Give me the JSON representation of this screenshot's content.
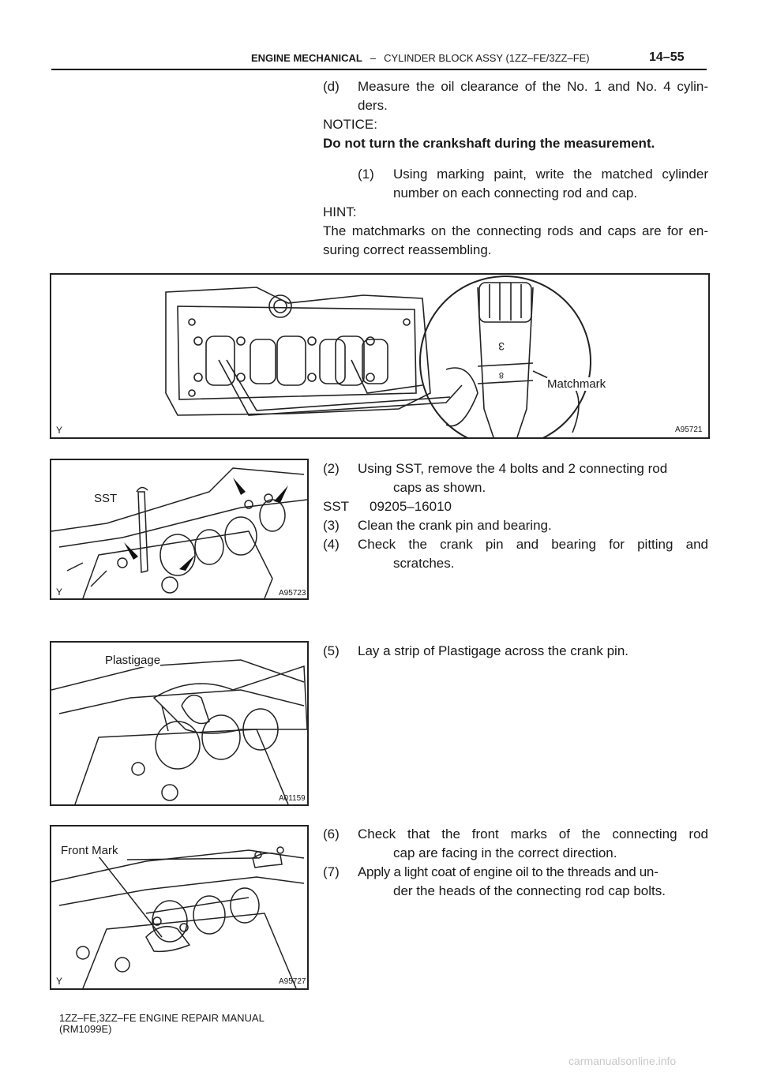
{
  "header": {
    "section": "ENGINE MECHANICAL",
    "separator": "–",
    "subsection": "CYLINDER BLOCK ASSY (1ZZ–FE/3ZZ–FE)",
    "page_number": "14–55"
  },
  "steps": {
    "d_num": "(d)",
    "d_text_1": "Measure the oil clearance of the No. 1 and No. 4 cylin-",
    "d_text_2": "ders.",
    "notice_label": "NOTICE:",
    "notice_text": "Do not turn the crankshaft during the measurement.",
    "s1_num": "(1)",
    "s1_text_1": "Using marking paint, write the matched cylinder",
    "s1_text_2": "number on each connecting rod and cap.",
    "hint_label": "HINT:",
    "hint_text_1": "The matchmarks on the connecting rods and caps are for en-",
    "hint_text_2": "suring correct reassembling.",
    "s2_num": "(2)",
    "s2_text_1": "Using SST, remove the 4 bolts and 2 connecting rod",
    "s2_text_2": "caps as shown.",
    "sst_label": "SST",
    "sst_number": "09205–16010",
    "s3_num": "(3)",
    "s3_text": "Clean the crank pin and bearing.",
    "s4_num": "(4)",
    "s4_text_1": "Check the crank pin and bearing for pitting and",
    "s4_text_2": "scratches.",
    "s5_num": "(5)",
    "s5_text": "Lay a strip of Plastigage across the crank pin.",
    "s6_num": "(6)",
    "s6_text_1": "Check that the front marks of the connecting rod",
    "s6_text_2": "cap are facing in the correct direction.",
    "s7_num": "(7)",
    "s7_text_1": "Apply a light coat of engine oil to the threads and un-",
    "s7_text_2": "der the heads of the connecting rod cap bolts."
  },
  "figures": {
    "f1": {
      "code": "A95721",
      "y_mark": "Y",
      "callout": "Matchmark"
    },
    "f2": {
      "code": "A95723",
      "y_mark": "Y",
      "callout": "SST"
    },
    "f3": {
      "code": "A01159",
      "callout": "Plastigage"
    },
    "f4": {
      "code": "A95727",
      "y_mark": "Y",
      "callout": "Front Mark"
    }
  },
  "footer": {
    "line1": "1ZZ–FE,3ZZ–FE ENGINE REPAIR MANUAL",
    "line2": "(RM1099E)"
  },
  "watermark": "carmanualsonline.info"
}
